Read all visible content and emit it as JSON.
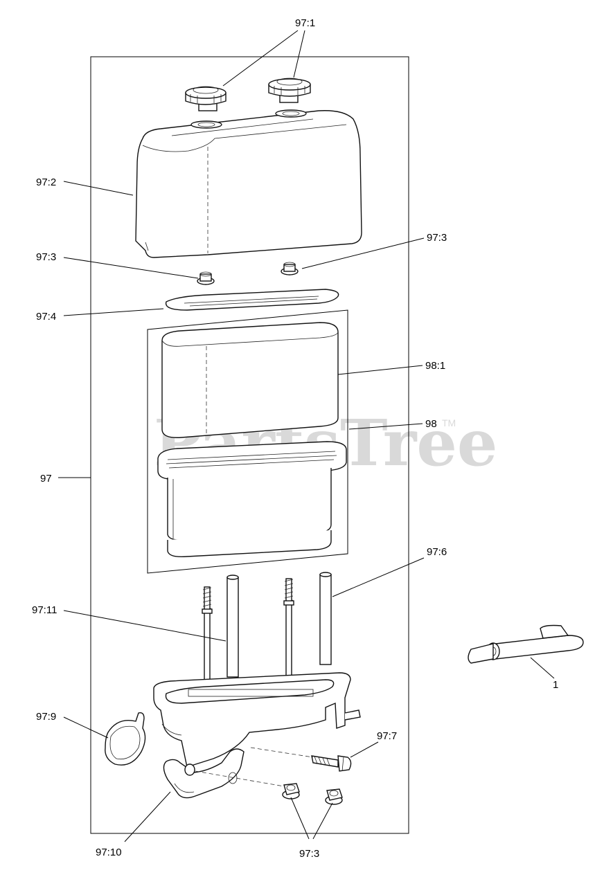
{
  "watermark": {
    "text": "PartsTree",
    "tm": "TM"
  },
  "labels": {
    "cap": "97:1",
    "cover": "97:2",
    "nut_left": "97:3",
    "nut_right": "97:3",
    "gasket": "97:4",
    "filter_foam": "98:1",
    "filter_kit": "98",
    "assembly": "97",
    "tube": "97:6",
    "stud": "97:11",
    "seal": "97:9",
    "bolt": "97:7",
    "bracket": "97:10",
    "nut_bottom": "97:3",
    "pin": "1"
  }
}
